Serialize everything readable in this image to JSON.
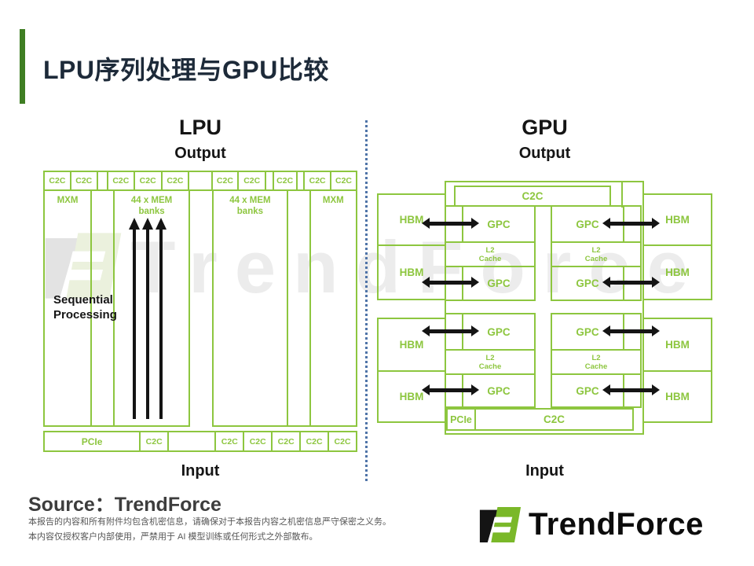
{
  "slide": {
    "title": "LPU序列处理与GPU比较",
    "source": "Source：TrendForce",
    "disclaimer_line1": "本报告的内容和所有附件均包含机密信息，请确保对于本报告内容之机密信息严守保密之义务。",
    "disclaimer_line2": "本内容仅授权客户内部使用，严禁用于 AI 模型训练或任何形式之外部散布。",
    "watermark_text": "TrendForce",
    "logo_text": "TrendForce"
  },
  "lpu": {
    "heading": "LPU",
    "output_label": "Output",
    "input_label": "Input",
    "c2c_label": "C2C",
    "mxm_label": "MXM",
    "mem_label_line1": "44 x MEM",
    "mem_label_line2": "banks",
    "pcie_label": "PCIe",
    "annotation_line1": "Sequential",
    "annotation_line2": "Processing"
  },
  "gpu": {
    "heading": "GPU",
    "output_label": "Output",
    "input_label": "Input",
    "c2c_top_label": "C2C",
    "c2c_bottom_label": "C2C",
    "pcie_label": "PCIe",
    "hbm_label": "HBM",
    "gpc_label": "GPC",
    "l2_label_line1": "L2",
    "l2_label_line2": "Cache"
  },
  "colors": {
    "diagram_green": "#8dc63f",
    "accent_bar_green": "#3f7e23",
    "title_navy": "#1d2a39",
    "separator_blue": "#4f74a8",
    "logo_green": "#7ab829"
  }
}
